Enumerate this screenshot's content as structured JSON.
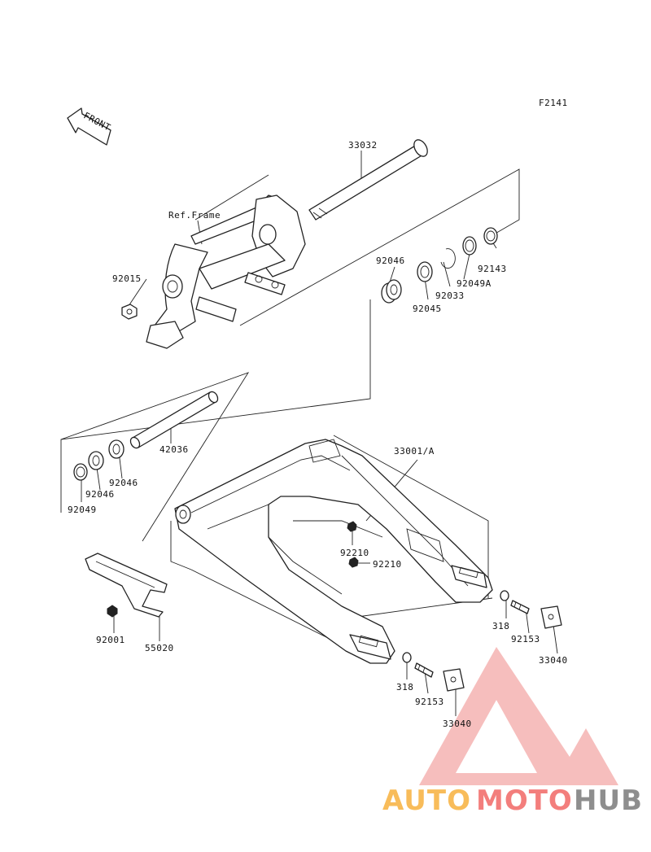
{
  "diagram_code": "F2141",
  "front_label": "FRONT",
  "ref_frame_label": "Ref.Frame",
  "parts": {
    "p33032": "33032",
    "p92015": "92015",
    "p92046_top": "92046",
    "p92033": "92033",
    "p92045": "92045",
    "p92049A": "92049A",
    "p92143": "92143",
    "p42036": "42036",
    "p92046_a": "92046",
    "p92046_b": "92046",
    "p92049": "92049",
    "p33001A": "33001/A",
    "p92210_a": "92210",
    "p92210_b": "92210",
    "p92001": "92001",
    "p55020": "55020",
    "p318_a": "318",
    "p92153_a": "92153",
    "p33040_a": "33040",
    "p318_b": "318",
    "p92153_b": "92153",
    "p33040_b": "33040"
  },
  "watermark": {
    "part1": "AUTO",
    "part2": "MOTO",
    "part3": "HUB",
    "color1": "#f6a623",
    "color2": "#ef5350",
    "color3": "#7a7a7a"
  }
}
